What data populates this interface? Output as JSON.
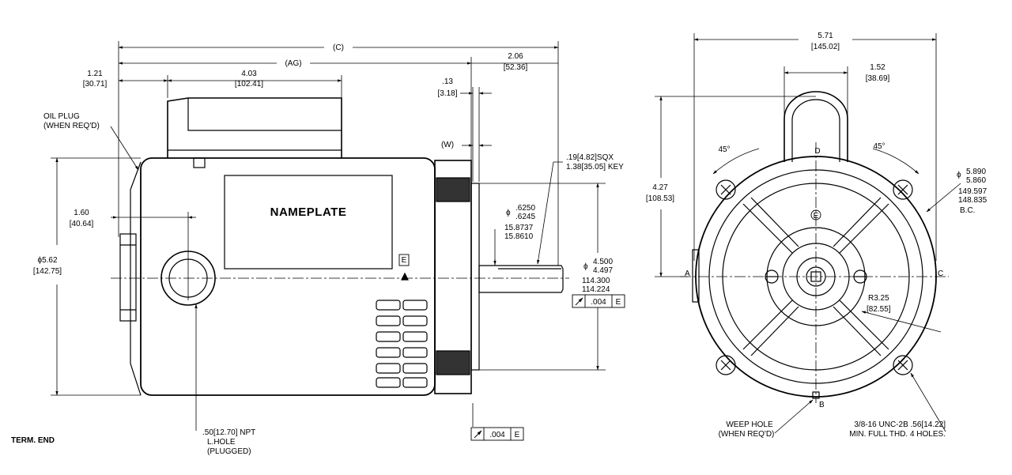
{
  "dims": {
    "c": "(C)",
    "ag": "(AG)",
    "d121": "1.21",
    "d121m": "[30.71]",
    "d403": "4.03",
    "d403m": "[102.41]",
    "d206": "2.06",
    "d206m": "[52.36]",
    "d13": ".13",
    "d13m": "[3.18]",
    "w": "(W)",
    "key1": ".19[4.82]SQX",
    "key2": "1.38[35.05] KEY",
    "oil1": "OIL PLUG",
    "oil2": "(WHEN REQ'D)",
    "d160": "1.60",
    "d160m": "[40.64]",
    "dia562": "5.62",
    "dia562m": "[142.75]",
    "nameplate": "NAMEPLATE",
    "shaft_a": ".6250",
    "shaft_b": ".6245",
    "shaft_am": "15.8737",
    "shaft_bm": "15.8610",
    "pilot_a": "4.500",
    "pilot_b": "4.497",
    "pilot_am": "114.300",
    "pilot_bm": "114.224",
    "tol": ".004",
    "datum": "E",
    "npt1": ".50[12.70] NPT",
    "npt2": "L.HOLE",
    "npt3": "(PLUGGED)",
    "term": "TERM. END",
    "d571": "5.71",
    "d571m": "[145.02]",
    "d152": "1.52",
    "d152m": "[38.69]",
    "d427": "4.27",
    "d427m": "[108.53]",
    "ang": "45°",
    "bc_a": "5.890",
    "bc_b": "5.860",
    "bc_am": "149.597",
    "bc_bm": "148.835",
    "bc": "B.C.",
    "r325": "R3.25",
    "r325m": "[82.55]",
    "weep1": "WEEP HOLE",
    "weep2": "(WHEN REQ'D)",
    "holes1": "3/8-16 UNC-2B .56[14.22]",
    "holes2": "MIN. FULL THD. 4 HOLES.",
    "ptA": "A",
    "ptB": "B",
    "ptC": "C",
    "ptD": "D",
    "ptE": "E"
  }
}
